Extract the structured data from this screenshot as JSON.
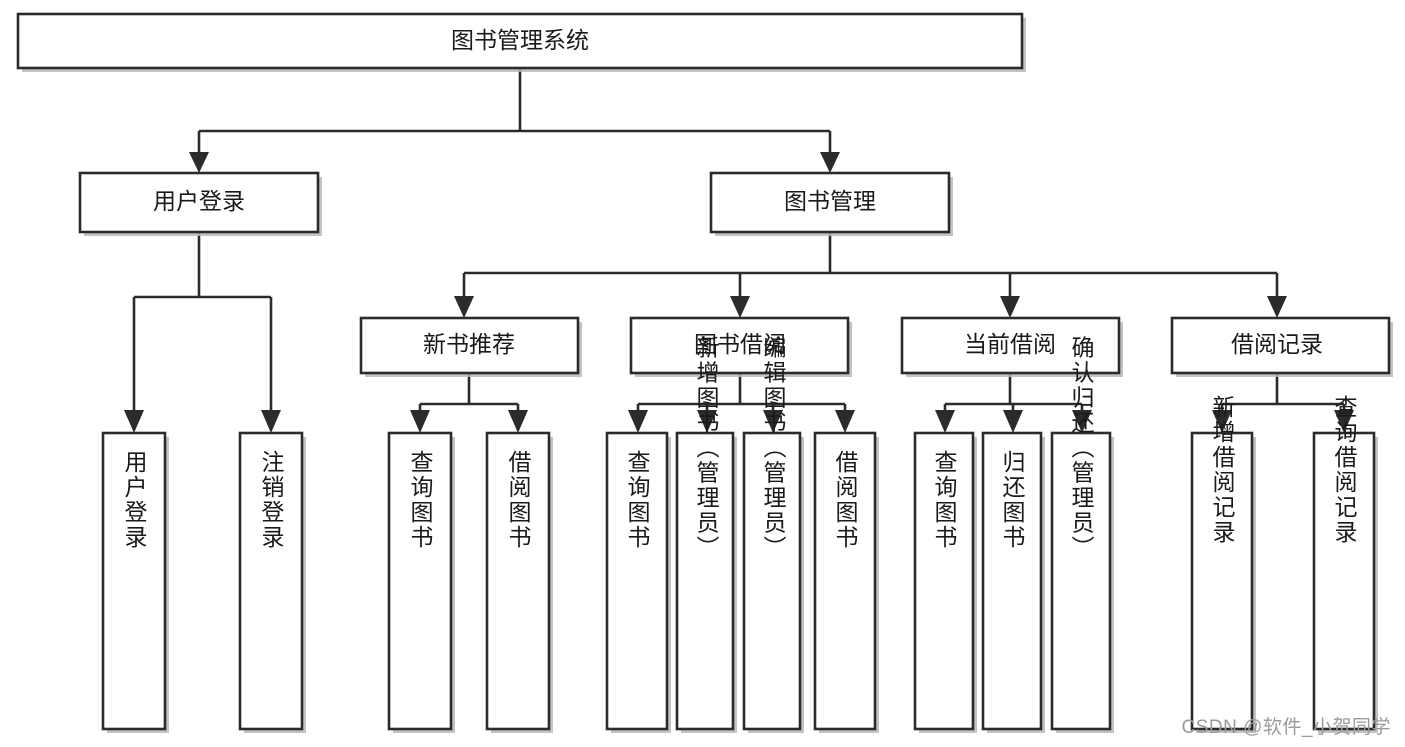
{
  "diagram": {
    "title": "图书管理系统",
    "type": "tree-hierarchy",
    "orientation": "top-down",
    "colors": {
      "stroke": "#2b2b2b",
      "fill": "#ffffff",
      "text": "#1a1a1a",
      "shadow": "#b8b8b8",
      "watermark": "#9b9b9b"
    },
    "root": {
      "label": "图书管理系统"
    },
    "level2": [
      {
        "label": "用户登录"
      },
      {
        "label": "图书管理"
      }
    ],
    "level3": [
      {
        "label": "新书推荐"
      },
      {
        "label": "图书借阅"
      },
      {
        "label": "当前借阅"
      },
      {
        "label": "借阅记录"
      }
    ],
    "leaves": {
      "user_login": [
        {
          "label": "用户登录"
        },
        {
          "label": "注销登录"
        }
      ],
      "new_book_recommend": [
        {
          "label": "查询图书"
        },
        {
          "label": "借阅图书"
        }
      ],
      "book_borrow": [
        {
          "label": "查询图书"
        },
        {
          "label": "新增图书（管理员）"
        },
        {
          "label": "编辑图书（管理员）"
        },
        {
          "label": "借阅图书"
        }
      ],
      "current_borrow": [
        {
          "label": "查询图书"
        },
        {
          "label": "归还图书"
        },
        {
          "label": "确认归还（管理员）"
        }
      ],
      "borrow_record": [
        {
          "label": "新增借阅记录"
        },
        {
          "label": "查询借阅记录"
        }
      ]
    }
  },
  "watermark": {
    "text": "CSDN @软件_小贺同学"
  }
}
